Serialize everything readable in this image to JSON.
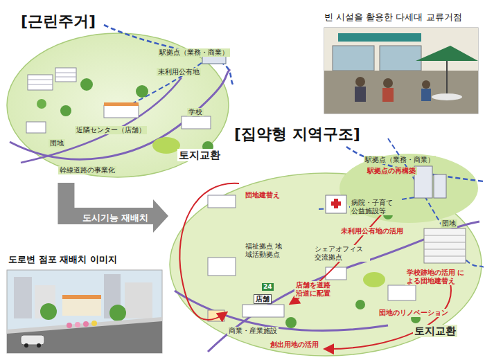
{
  "diagram": {
    "nodes": [
      {
        "text": [
          "[근린주거]"
        ]
      },
      {
        "text": [
          "[집약형 지역구조]"
        ]
      },
      {
        "text": [
          "빈 시설을 활용한 다세대 교류거점"
        ]
      },
      {
        "text": [
          "도로변 점포 재배치 이미지"
        ]
      }
    ],
    "edges": [
      {
        "from": 0,
        "to": 1,
        "arrow": "to",
        "label": "도시기능 재배치"
      }
    ],
    "labels": [
      "駅拠点（業務・商業）",
      "未利用公有地",
      "学校",
      "近隣センター（店舗）",
      "団地",
      "幹線道路の事業化",
      "토지교환",
      "駅拠点（業務・商業）",
      "駅拠点の再構築",
      "団地建替え",
      "病院・子育て 公益施設等",
      "未利用公有地の活用",
      "団地",
      "福祉拠点 地域活動拠点",
      "シェアオフィス 交流拠点",
      "24",
      "店舗",
      "店舗を道路 沿道に配置",
      "学校跡地の活用 による団地建替え",
      "団地のリノベーション",
      "商業・産業施設",
      "創出用地の活用",
      "토지교환"
    ]
  }
}
